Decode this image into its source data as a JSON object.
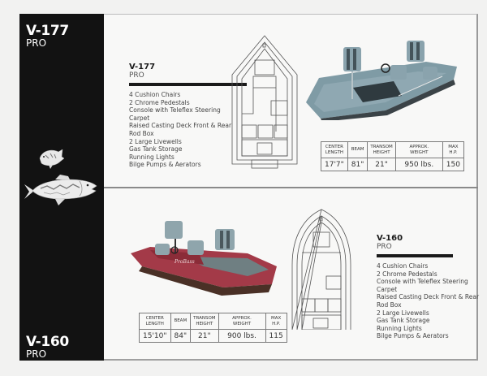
{
  "sidebar": {
    "top_model": "V-177",
    "top_sub": "PRO",
    "bottom_model": "V-160",
    "bottom_sub": "PRO",
    "illustration": "bass-fish-illustration"
  },
  "boats": [
    {
      "model": "V-177",
      "sub": "PRO",
      "hull_color": "#7a9aa6",
      "features": [
        "4 Cushion Chairs",
        "2 Chrome Pedestals",
        "Console with Teleflex Steering",
        "Carpet",
        "Raised Casting Deck Front & Rear",
        "Rod Box",
        "2 Large Livewells",
        "Gas Tank Storage",
        "Running Lights",
        "Bilge Pumps & Aerators"
      ],
      "specs": {
        "headers": [
          [
            "CENTER",
            "LENGTH"
          ],
          [
            "BEAM"
          ],
          [
            "TRANSOM",
            "HEIGHT"
          ],
          [
            "APPROX.",
            "WEIGHT"
          ],
          [
            "MAX",
            "H.P."
          ]
        ],
        "values": [
          "17'7\"",
          "81\"",
          "21\"",
          "950 lbs.",
          "150"
        ]
      }
    },
    {
      "model": "V-160",
      "sub": "PRO",
      "hull_color": "#a33a48",
      "features": [
        "4 Cushion Chairs",
        "2 Chrome Pedestals",
        "Console with Teleflex Steering",
        "Carpet",
        "Raised Casting Deck Front & Rear",
        "Rod Box",
        "2 Large Livewells",
        "Gas Tank Storage",
        "Running Lights",
        "Bilge Pumps & Aerators"
      ],
      "specs": {
        "headers": [
          [
            "CENTER",
            "LENGTH"
          ],
          [
            "BEAM"
          ],
          [
            "TRANSOM",
            "HEIGHT"
          ],
          [
            "APPROX.",
            "WEIGHT"
          ],
          [
            "MAX",
            "H.P."
          ]
        ],
        "values": [
          "15'10\"",
          "84\"",
          "21\"",
          "900 lbs.",
          "115"
        ]
      }
    }
  ]
}
